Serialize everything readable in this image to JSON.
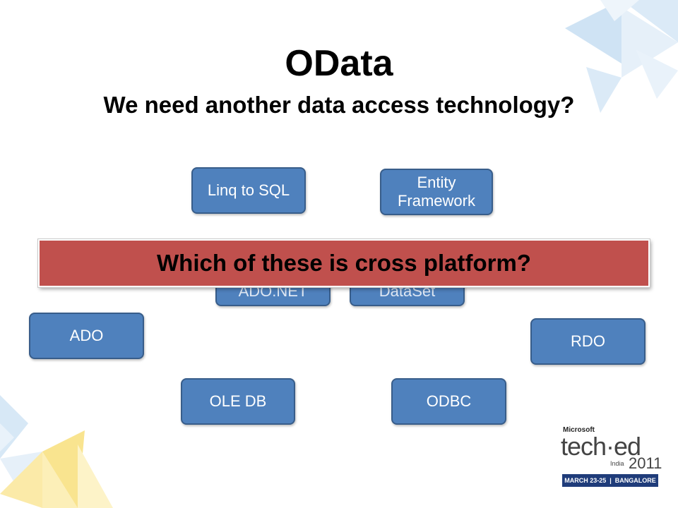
{
  "slide": {
    "title": "OData",
    "subtitle": "We need another data access technology?",
    "banner": "Which of these is cross platform?",
    "technologies": {
      "linq_to_sql": "Linq to SQL",
      "entity_framework_line1": "Entity",
      "entity_framework_line2": "Framework",
      "ado_net_obscured": "ADO.NET",
      "dataset_obscured": "DataSet",
      "ado": "ADO",
      "rdo": "RDO",
      "ole_db": "OLE DB",
      "odbc": "ODBC"
    },
    "colors": {
      "box_fill": "#4f81bd",
      "box_border": "#385d8a",
      "banner_fill": "#c0504d",
      "decoration_blue": "#cfe3f4",
      "decoration_yellow": "#fbeaa8"
    }
  },
  "logo": {
    "brand": "Microsoft",
    "event": "tech·ed",
    "country": "India",
    "year": "2011",
    "date_location": "MARCH 23-25  |  BANGALORE"
  }
}
